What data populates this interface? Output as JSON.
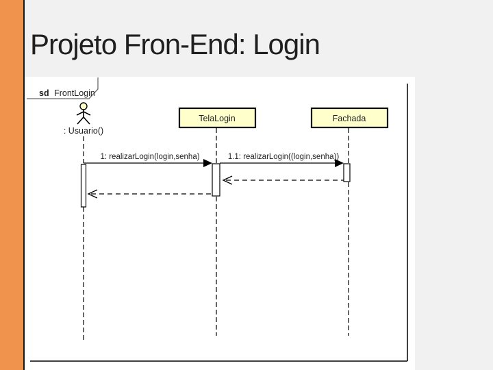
{
  "slide": {
    "title": "Projeto Fron-End: Login"
  },
  "colors": {
    "accent_orange": "#F0944D",
    "background_gray": "#F1F1F1",
    "slide_white": "#FFFFFF",
    "uml_box_fill": "#FFFFCC",
    "line_black": "#000000"
  },
  "diagram": {
    "type": "uml-sequence",
    "frame_label_keyword": "sd",
    "frame_label_name": "FrontLogin",
    "actor": {
      "label": ": Usuario()"
    },
    "objects": [
      {
        "label": "TelaLogin"
      },
      {
        "label": "Fachada"
      }
    ],
    "messages": [
      {
        "label": "1: realizarLogin(login,senha)",
        "from": ": Usuario()",
        "to": "TelaLogin",
        "kind": "call"
      },
      {
        "label": "1.1: realizarLogin((login,senha))",
        "from": "TelaLogin",
        "to": "Fachada",
        "kind": "call"
      },
      {
        "label": "",
        "from": "Fachada",
        "to": "TelaLogin",
        "kind": "return"
      },
      {
        "label": "",
        "from": "TelaLogin",
        "to": ": Usuario()",
        "kind": "return"
      }
    ]
  }
}
